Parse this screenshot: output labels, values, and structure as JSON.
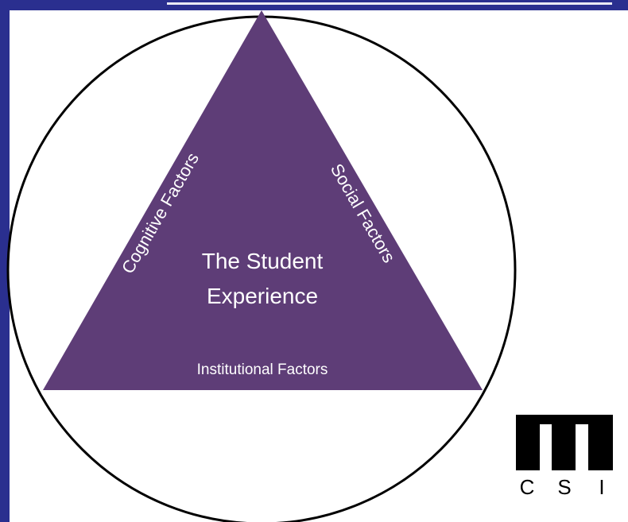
{
  "diagram": {
    "center_label_line1": "The Student",
    "center_label_line2": "Experience",
    "left_side_label": "Cognitive Factors",
    "right_side_label": "Social Factors",
    "bottom_side_label": "Institutional Factors"
  },
  "logo": {
    "letters": [
      "C",
      "S",
      "I"
    ]
  },
  "colors": {
    "triangle_fill": "#5e3d77",
    "side_bar": "#2a2f8f",
    "circle_stroke": "#000000"
  }
}
